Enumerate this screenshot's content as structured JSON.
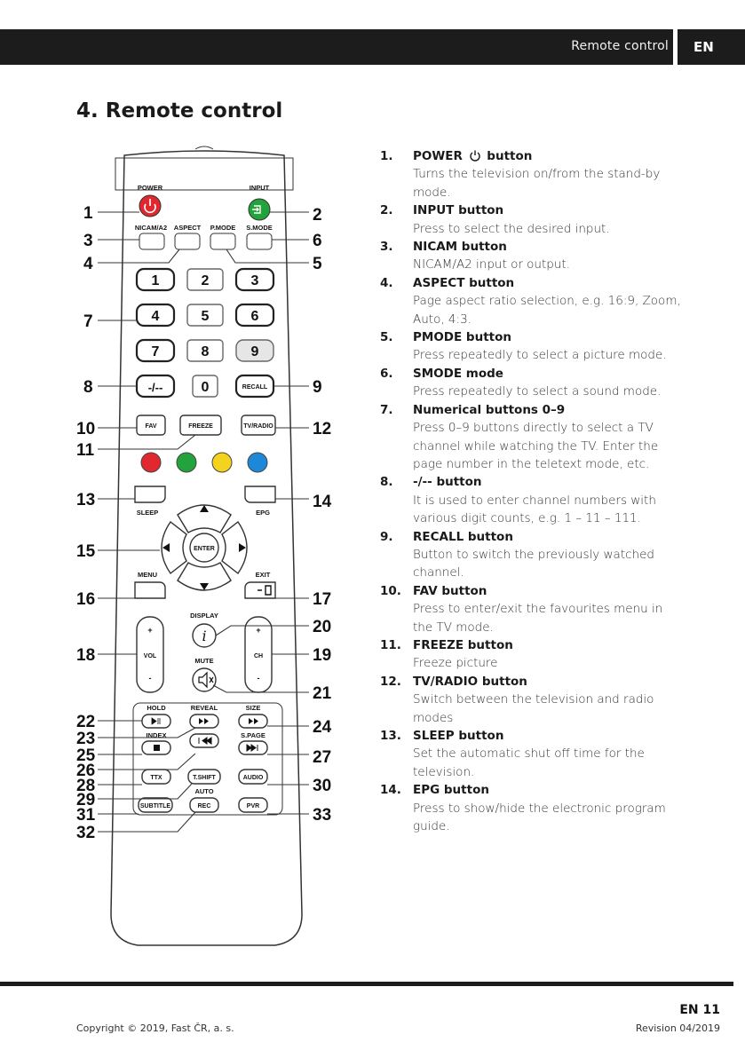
{
  "header": {
    "section": "Remote control",
    "lang": "EN"
  },
  "title": "4. Remote control",
  "remote": {
    "top_labels": {
      "power": "POWER",
      "input": "INPUT",
      "nicam": "NICAM/A2",
      "aspect": "ASPECT",
      "pmode": "P.MODE",
      "smode": "S.MODE"
    },
    "digits": [
      "1",
      "2",
      "3",
      "4",
      "5",
      "6",
      "7",
      "8",
      "9"
    ],
    "dash_key": "-/--",
    "zero": "0",
    "recall": "RECALL",
    "fav": "FAV",
    "freeze": "FREEZE",
    "tvradio": "TV/RADIO",
    "sleep": "SLEEP",
    "epg": "EPG",
    "enter": "ENTER",
    "menu": "MENU",
    "exit": "EXIT",
    "display": "DISPLAY",
    "mute": "MUTE",
    "vol": "VOL",
    "ch": "CH",
    "plus": "+",
    "minus": "-",
    "hold": "HOLD",
    "reveal": "REVEAL",
    "size": "SIZE",
    "index": "INDEX",
    "spage": "S.PAGE",
    "ttx": "TTX",
    "tshift": "T.SHIFT",
    "audio": "AUDIO",
    "auto": "AUTO",
    "subtitle": "SUBTITLE",
    "rec": "REC",
    "pvr": "PVR",
    "info": "i",
    "color_keys": [
      "#e0282e",
      "#22a33c",
      "#f4d31e",
      "#1e88d8"
    ]
  },
  "callouts": [
    "1",
    "2",
    "3",
    "4",
    "5",
    "6",
    "7",
    "8",
    "9",
    "10",
    "11",
    "12",
    "13",
    "14",
    "15",
    "16",
    "17",
    "18",
    "19",
    "20",
    "21",
    "22",
    "23",
    "24",
    "25",
    "26",
    "27",
    "28",
    "29",
    "30",
    "31",
    "32",
    "33"
  ],
  "items": [
    {
      "no": "1.",
      "title_pre": "POWER",
      "title_post": "button",
      "text": "Turns the television on/from the stand-by mode."
    },
    {
      "no": "2.",
      "title": "INPUT button",
      "text": "Press to select the desired input."
    },
    {
      "no": "3.",
      "title": "NICAM button",
      "text": "NICAM/A2 input or output."
    },
    {
      "no": "4.",
      "title": "ASPECT button",
      "text": "Page aspect ratio selection, e.g. 16:9, Zoom, Auto, 4:3."
    },
    {
      "no": "5.",
      "title": "PMODE button",
      "text": "Press repeatedly to select a picture mode."
    },
    {
      "no": "6.",
      "title": "SMODE mode",
      "text": "Press repeatedly to select a sound mode."
    },
    {
      "no": "7.",
      "title": "Numerical buttons 0–9",
      "text": "Press 0–9 buttons directly to select a TV channel while watching the TV. Enter the page number in the teletext mode, etc."
    },
    {
      "no": "8.",
      "title": "-/-- button",
      "text": "It is used to enter channel numbers with various digit counts, e.g. 1 – 11 – 111."
    },
    {
      "no": "9.",
      "title": "RECALL button",
      "text": "Button to switch the previously watched channel."
    },
    {
      "no": "10.",
      "title": "FAV button",
      "text": "Press to enter/exit the favourites menu in the TV mode."
    },
    {
      "no": "11.",
      "title": "FREEZE button",
      "text": "Freeze picture"
    },
    {
      "no": "12.",
      "title": "TV/RADIO button",
      "text": "Switch between the television and radio modes"
    },
    {
      "no": "13.",
      "title": "SLEEP button",
      "text": "Set the automatic shut off time for the television."
    },
    {
      "no": "14.",
      "title": "EPG button",
      "text": "Press to show/hide the electronic program guide."
    }
  ],
  "footer": {
    "copyright": "Copyright © 2019, Fast ČR, a. s.",
    "page": "EN 11",
    "revision": "Revision 04/2019"
  }
}
